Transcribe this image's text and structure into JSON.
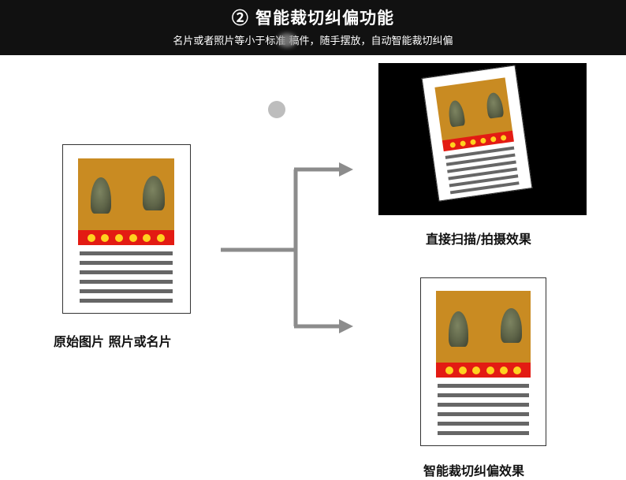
{
  "header": {
    "title": "② 智能裁切纠偏功能",
    "subtitle": "名片或者照片等小于标准  稿件，随手摆放，自动智能裁切纠偏"
  },
  "labels": {
    "original": "原始图片 照片或名片",
    "scan_result": "直接扫描/拍摄效果",
    "crop_result": "智能裁切纠偏效果"
  },
  "colors": {
    "header_bg": "#111111",
    "photo": "#c98b22",
    "band": "#e31b13",
    "band_dot": "#ffd21f",
    "lines": "#666666",
    "arrow": "#8c8c8c"
  }
}
